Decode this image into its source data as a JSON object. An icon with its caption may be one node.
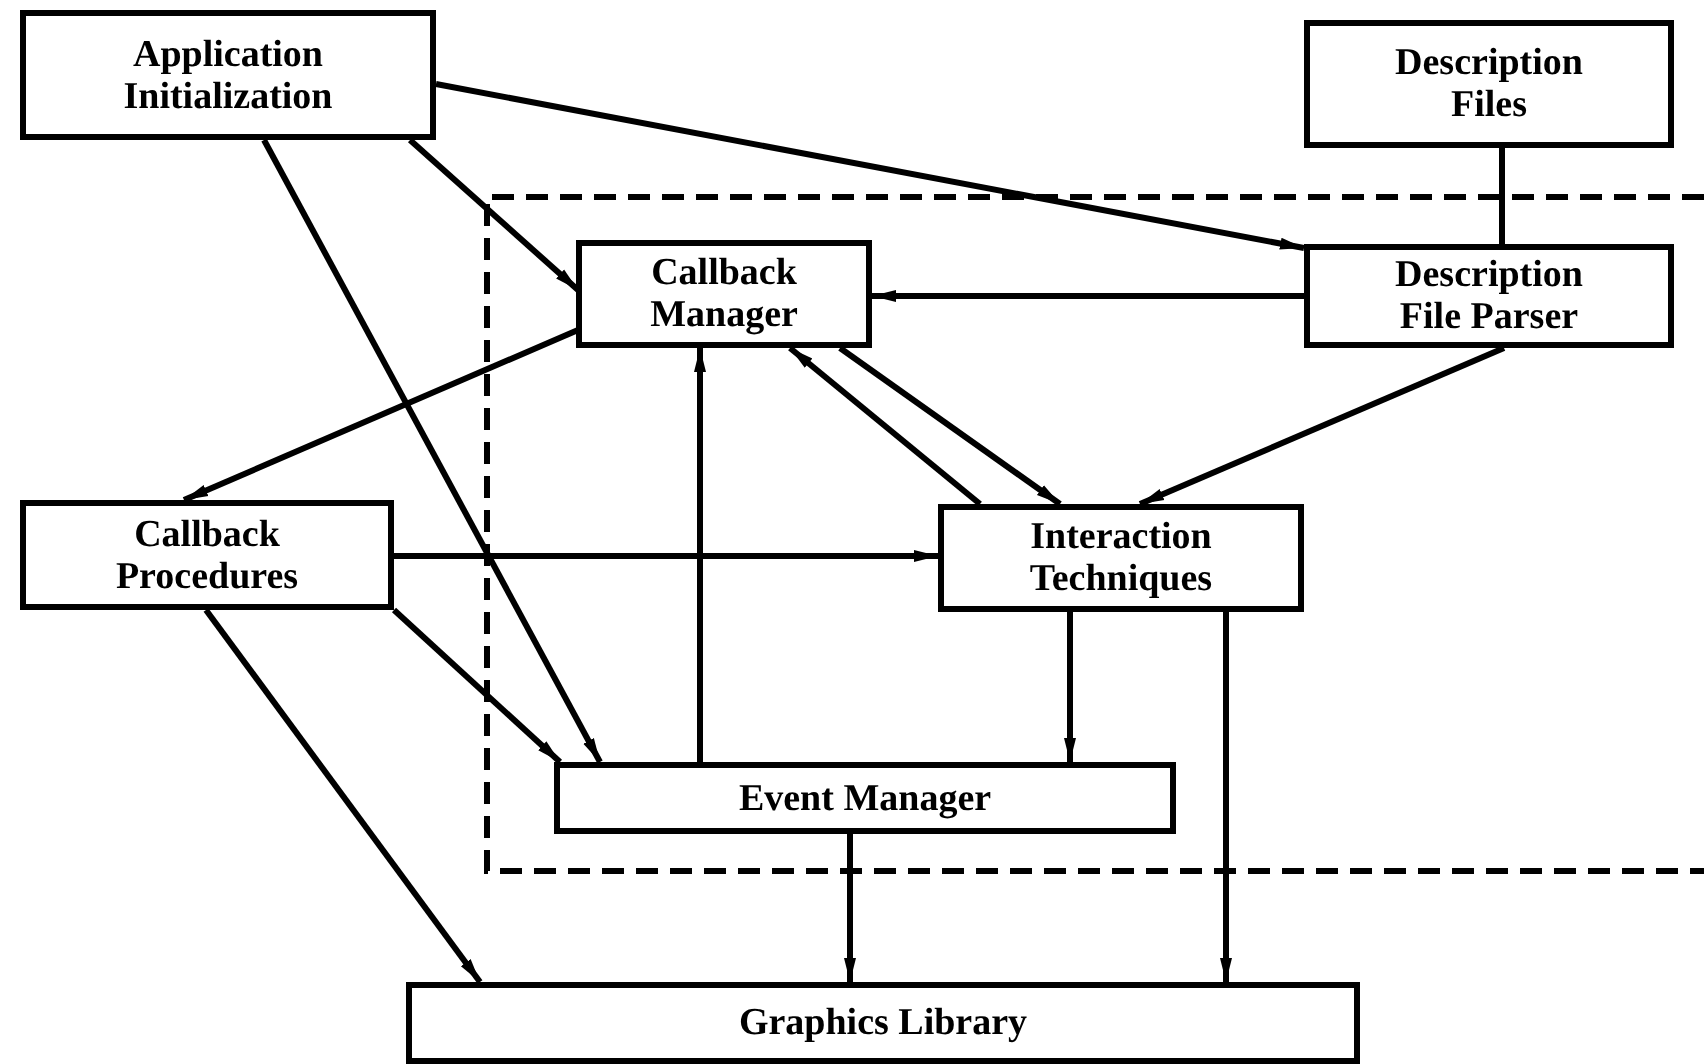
{
  "diagram": {
    "nodes": [
      {
        "text": [
          "Application Initialization"
        ]
      },
      {
        "text": [
          "Description Files"
        ]
      },
      {
        "text": [],
        "shape": "box"
      },
      {
        "text": [
          "Callback Manager"
        ],
        "in": 2
      },
      {
        "text": [
          "Description File Parser"
        ],
        "in": 2
      },
      {
        "text": [
          "Callback Procedures"
        ]
      },
      {
        "text": [
          "Interaction Techniques"
        ],
        "in": 2
      },
      {
        "text": [
          "Event Manager"
        ],
        "in": 2
      },
      {
        "text": [
          "Graphics Library"
        ]
      }
    ],
    "edges": [
      {
        "from": 0,
        "to": 3,
        "arrow": "to"
      },
      {
        "from": 0,
        "to": 4,
        "arrow": "to"
      },
      {
        "from": 0,
        "to": 7,
        "arrow": "to"
      },
      {
        "from": 1,
        "to": 4,
        "arrow": "none"
      },
      {
        "from": 4,
        "to": 3,
        "arrow": "to"
      },
      {
        "from": 3,
        "to": 5,
        "arrow": "to"
      },
      {
        "from": 3,
        "to": 6,
        "arrow": "to"
      },
      {
        "from": 6,
        "to": 3,
        "arrow": "to"
      },
      {
        "from": 4,
        "to": 6,
        "arrow": "to"
      },
      {
        "from": 5,
        "to": 6,
        "arrow": "to"
      },
      {
        "from": 5,
        "to": 7,
        "arrow": "to"
      },
      {
        "from": 7,
        "to": 3,
        "arrow": "to"
      },
      {
        "from": 6,
        "to": 7,
        "arrow": "to"
      },
      {
        "from": 5,
        "to": 8,
        "arrow": "to"
      },
      {
        "from": 7,
        "to": 8,
        "arrow": "to"
      },
      {
        "from": 6,
        "to": 8,
        "arrow": "to"
      }
    ]
  }
}
